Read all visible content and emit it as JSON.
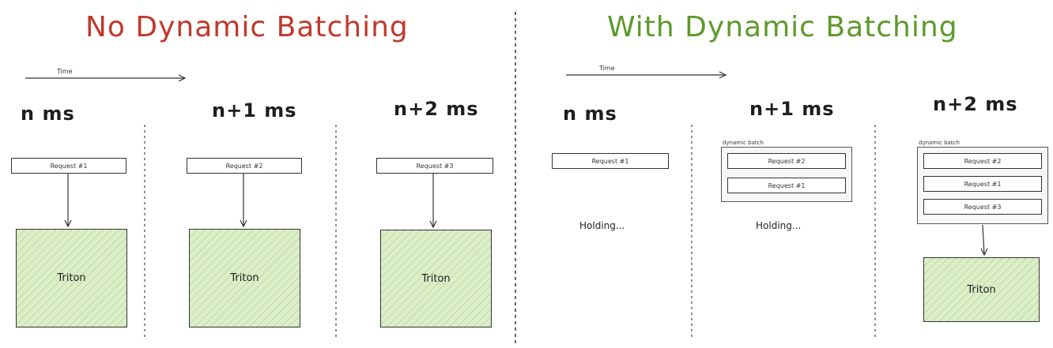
{
  "left": {
    "title": "No Dynamic Batching",
    "time_label": "Time",
    "columns": [
      {
        "time": "n ms",
        "request": "Request #1",
        "triton": "Triton"
      },
      {
        "time": "n+1 ms",
        "request": "Request #2",
        "triton": "Triton"
      },
      {
        "time": "n+2 ms",
        "request": "Request #3",
        "triton": "Triton"
      }
    ]
  },
  "right": {
    "title": "With Dynamic Batching",
    "time_label": "Time",
    "columns": [
      {
        "time": "n ms",
        "requests": [
          "Request #1"
        ],
        "holding": "Holding..."
      },
      {
        "time": "n+1 ms",
        "batch_label": "dynamic batch",
        "requests": [
          "Request #2",
          "Request #1"
        ],
        "holding": "Holding..."
      },
      {
        "time": "n+2 ms",
        "batch_label": "dynamic batch",
        "requests": [
          "Request #2",
          "Request #1",
          "Request #3"
        ],
        "triton": "Triton"
      }
    ]
  },
  "colors": {
    "left_title": "#c0392b",
    "right_title": "#5c9a2a",
    "triton_fill": "#dceec8"
  }
}
